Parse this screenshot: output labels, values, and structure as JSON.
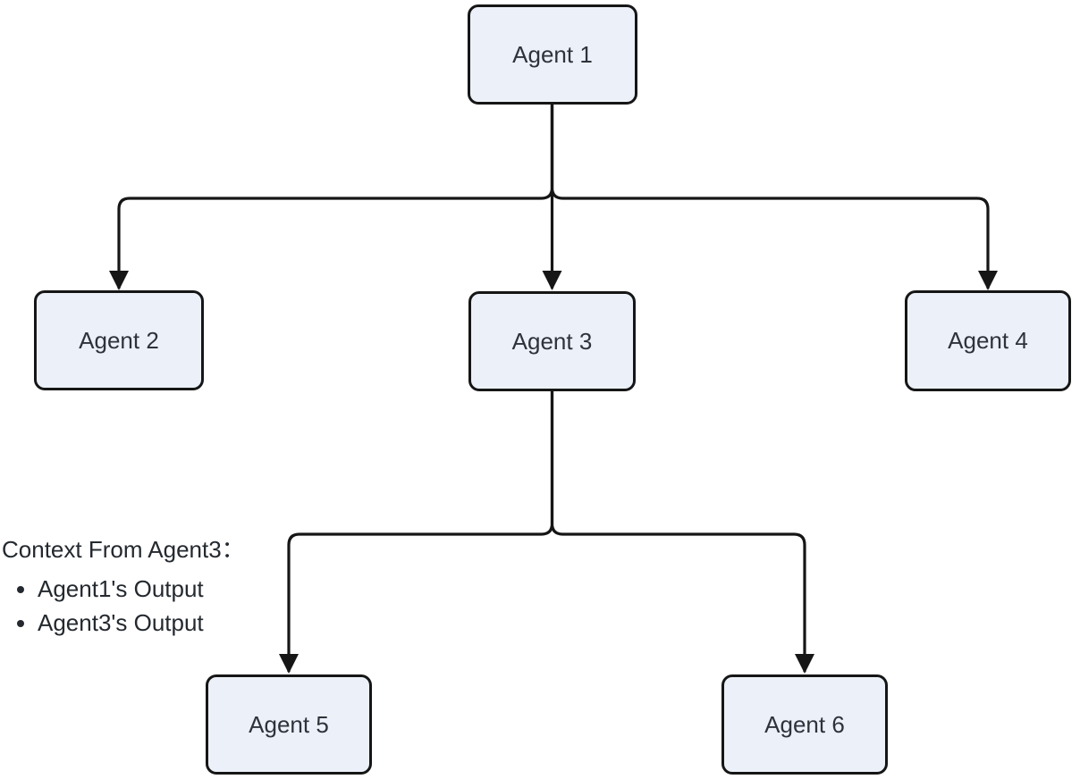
{
  "diagram": {
    "type": "flowchart",
    "direction": "top-down",
    "nodes": [
      {
        "id": "agent1",
        "label": "Agent 1"
      },
      {
        "id": "agent2",
        "label": "Agent 2"
      },
      {
        "id": "agent3",
        "label": "Agent 3"
      },
      {
        "id": "agent4",
        "label": "Agent 4"
      },
      {
        "id": "agent5",
        "label": "Agent 5"
      },
      {
        "id": "agent6",
        "label": "Agent 6"
      }
    ],
    "edges": [
      {
        "from": "agent1",
        "to": "agent2",
        "arrow": true
      },
      {
        "from": "agent1",
        "to": "agent3",
        "arrow": true
      },
      {
        "from": "agent1",
        "to": "agent4",
        "arrow": true
      },
      {
        "from": "agent3",
        "to": "agent5",
        "arrow": true
      },
      {
        "from": "agent3",
        "to": "agent6",
        "arrow": true
      }
    ]
  },
  "annotation": {
    "title": "Context From Agent3：",
    "items": [
      "Agent1's Output",
      "Agent3's Output"
    ]
  },
  "colors": {
    "background": "#FFFFFF",
    "node_fill": "#ECF1F9",
    "node_border": "#161616",
    "edge": "#161616",
    "text": "#2E333B"
  }
}
